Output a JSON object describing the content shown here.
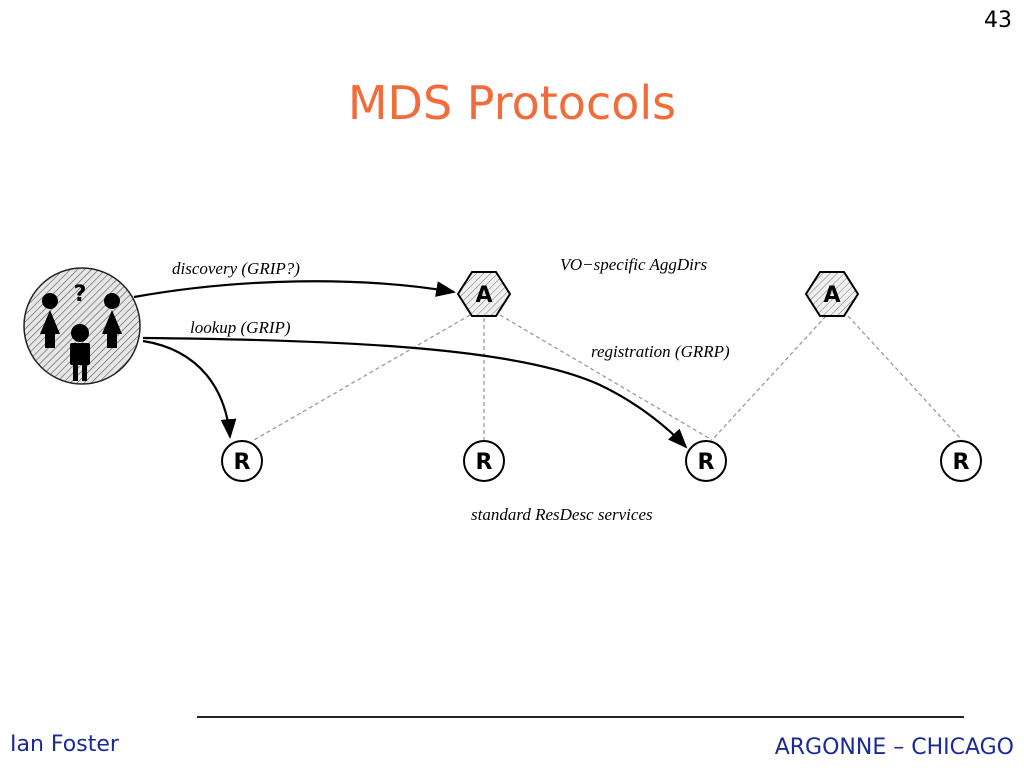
{
  "slide": {
    "number": "43",
    "title": "MDS Protocols"
  },
  "diagram": {
    "labels": {
      "discovery": "discovery (GRIP?)",
      "lookup": "lookup (GRIP)",
      "aggdirs": "VO−specific AggDirs",
      "registration": "registration (GRRP)",
      "resdesc": "standard ResDesc services"
    },
    "user_group_symbol": "?",
    "aggregate_letter": "A",
    "resource_letter": "R",
    "icons": {
      "user_group": "user-group-icon",
      "aggregate_directory": "hexagon-icon",
      "resource_service": "circle-icon"
    }
  },
  "footer": {
    "left": "Ian Foster",
    "right": "ARGONNE – CHICAGO"
  },
  "colors": {
    "title": "#f26b3a",
    "footer_text": "#1a2a9a"
  }
}
